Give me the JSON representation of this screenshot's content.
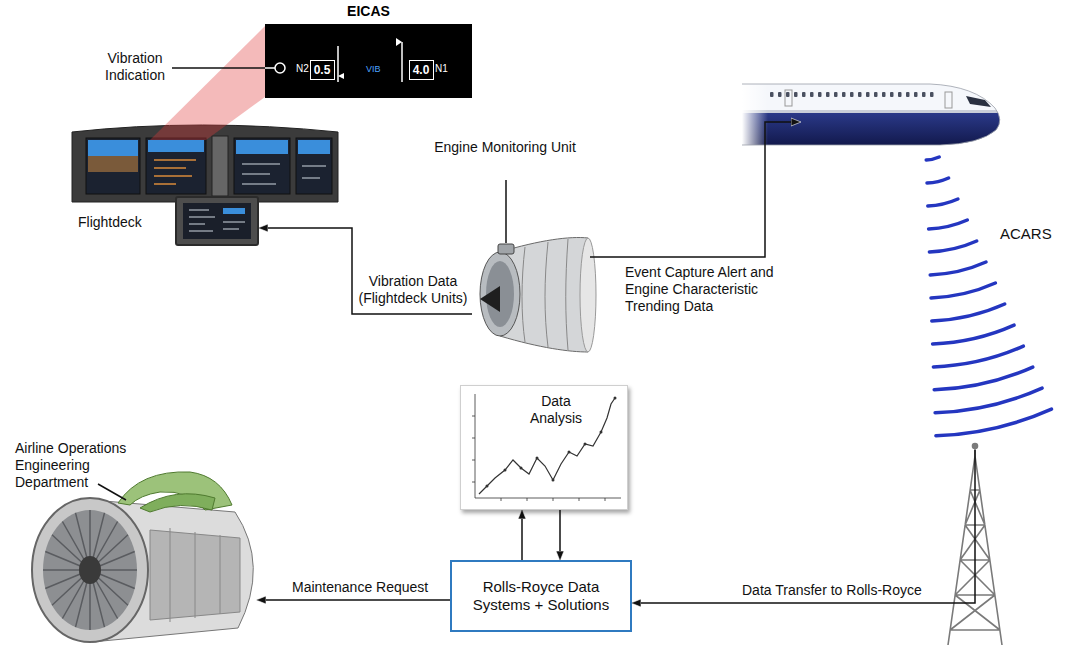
{
  "diagram": {
    "nodes": [
      {
        "text": [
          "EICAS"
        ]
      },
      {
        "text": [
          "0.5"
        ],
        "in": 0
      },
      {
        "text": [
          "4.0"
        ],
        "in": 0
      },
      {
        "text": [
          "Flightdeck"
        ]
      },
      {
        "text": [
          "Engine Monitoring Unit"
        ]
      },
      {
        "text": [
          "ACARS"
        ]
      },
      {
        "text": [
          "Data Analysis"
        ]
      },
      {
        "text": [
          "Rolls-Royce Data Systems + Solutions"
        ]
      },
      {
        "text": [
          "Airline Operations Engineering Department"
        ]
      }
    ],
    "edges": [
      {
        "from": 4,
        "to": 3,
        "arrow": "to",
        "label": "Vibration Data (Flightdeck Units)"
      },
      {
        "from": 4,
        "to": 5,
        "arrow": "to",
        "label": "Event Capture Alert and Engine Characteristic Trending Data"
      },
      {
        "from": 5,
        "to": 7,
        "arrow": "to",
        "label": "Data Transfer to Rolls-Royce"
      },
      {
        "from": 7,
        "to": 6,
        "arrow": "to"
      },
      {
        "from": 6,
        "to": 7,
        "arrow": "to"
      },
      {
        "from": 7,
        "to": 8,
        "arrow": "to",
        "label": "Maintenance Request"
      }
    ],
    "labels": [
      "Vibration Indication",
      "N2",
      "VIB",
      "N1"
    ]
  }
}
